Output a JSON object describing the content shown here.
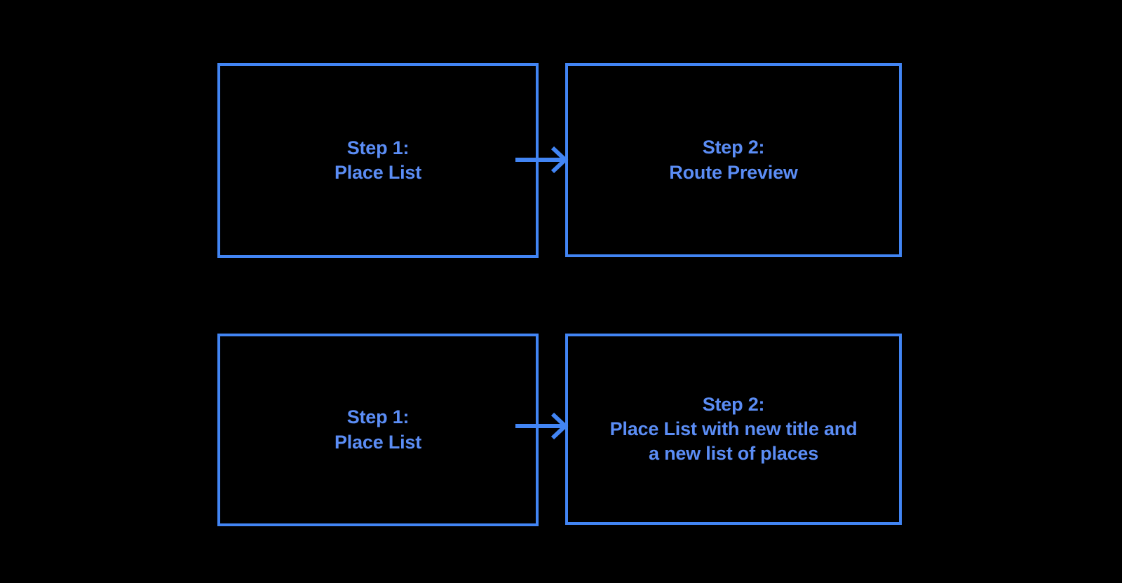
{
  "diagram": {
    "background_color": "#000000",
    "border_color": "#4285F4",
    "text_color": "#5B8DF5",
    "rows": [
      {
        "id": "row-1",
        "from": {
          "label": "Step 1:\nPlace List",
          "step_number": "Step 1:",
          "step_title": "Place List"
        },
        "connector": {
          "type": "arrow-right",
          "icon": "arrow-right-icon"
        },
        "to": {
          "label": "Step 2:\nRoute Preview",
          "step_number": "Step 2:",
          "step_title": "Route Preview"
        }
      },
      {
        "id": "row-2",
        "from": {
          "label": "Step 1:\nPlace List",
          "step_number": "Step 1:",
          "step_title": "Place List"
        },
        "connector": {
          "type": "arrow-right",
          "icon": "arrow-right-icon"
        },
        "to": {
          "label": "Step 2:\nPlace List with new title and\na new list of places",
          "step_number": "Step 2:",
          "step_title": "Place List with new title and a new list of places"
        }
      }
    ]
  }
}
